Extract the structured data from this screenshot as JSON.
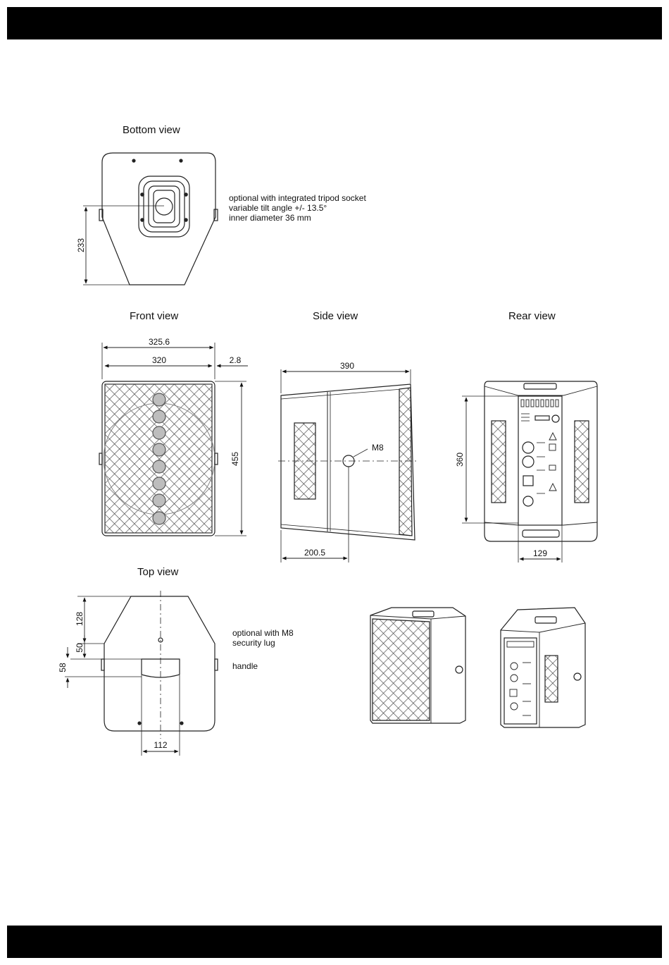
{
  "views": {
    "bottom": "Bottom view",
    "front": "Front view",
    "side": "Side view",
    "rear": "Rear view",
    "top": "Top view"
  },
  "notes": {
    "tripod": [
      "optional with integrated tripod socket",
      "variable tilt angle +/- 13.5°",
      "inner diameter 36 mm"
    ],
    "security": [
      "optional with M8",
      "security lug"
    ],
    "handle": "handle",
    "m8": "M8"
  },
  "dimensions": {
    "bottom_depth": "233",
    "front_width_outer": "325.6",
    "front_width": "320",
    "front_offset": "2.8",
    "front_height": "455",
    "side_depth": "390",
    "side_m8_distance": "200.5",
    "rear_height": "360",
    "rear_width": "129",
    "top_depth": "128",
    "top_lug": "50",
    "top_handle": "58",
    "top_handle_width": "112"
  }
}
